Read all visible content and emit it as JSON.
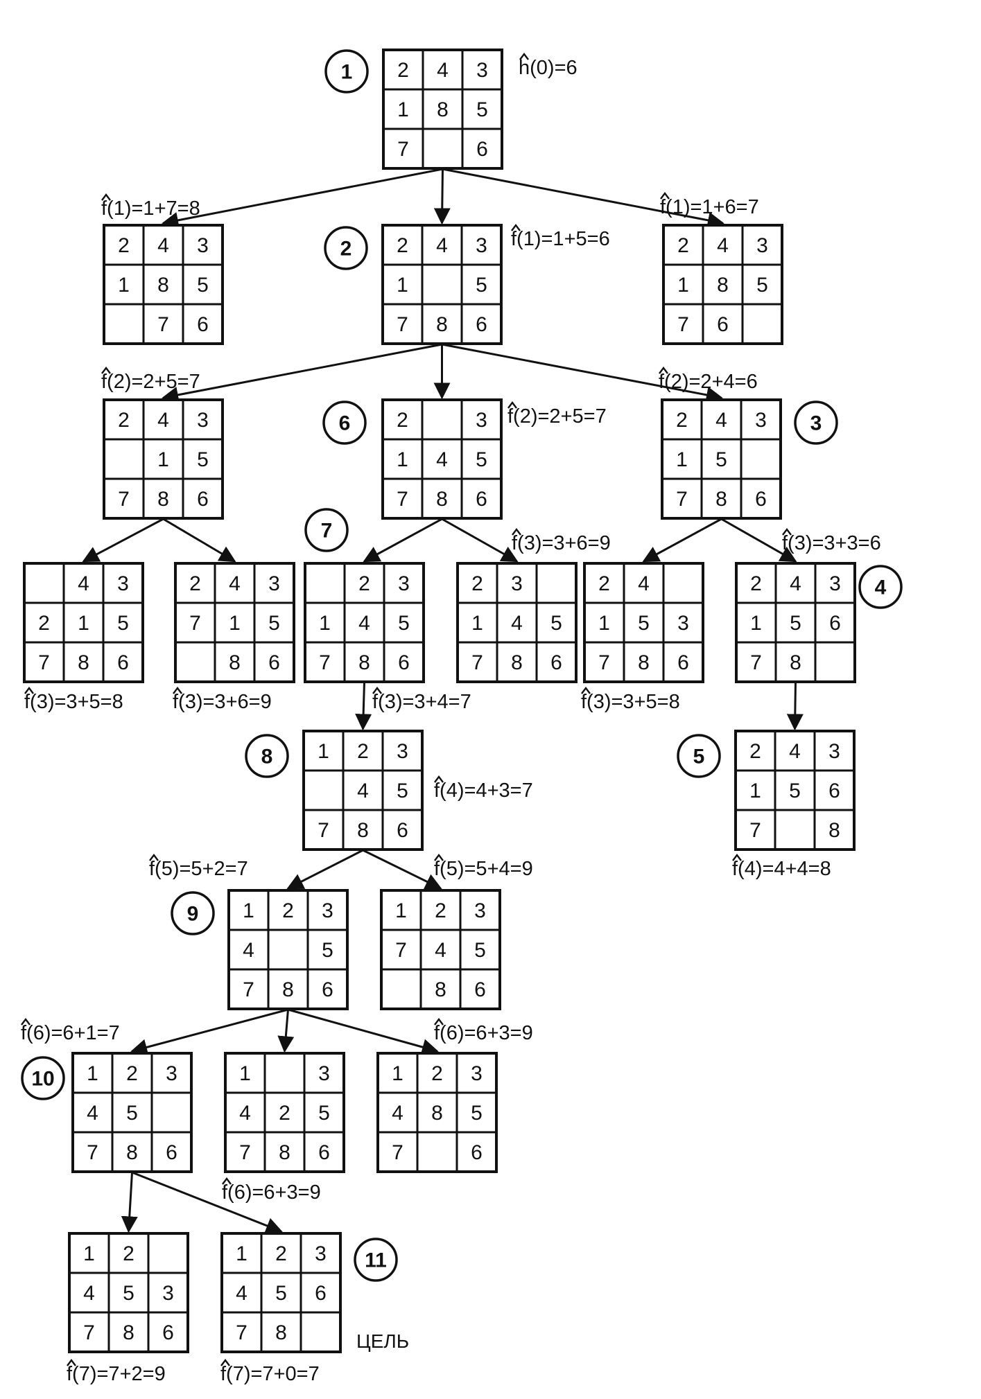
{
  "nodes": [
    {
      "id": "n1",
      "grid": [
        "2",
        "4",
        "3",
        "1",
        "8",
        "5",
        "7",
        "",
        "6"
      ],
      "label": "h(0)=6",
      "hat": "h",
      "order": "1"
    },
    {
      "id": "n2a",
      "grid": [
        "2",
        "4",
        "3",
        "1",
        "8",
        "5",
        "",
        "7",
        "6"
      ],
      "label": "f(1)=1+7=8",
      "hat": "f",
      "order": ""
    },
    {
      "id": "n2",
      "grid": [
        "2",
        "4",
        "3",
        "1",
        "",
        "5",
        "7",
        "8",
        "6"
      ],
      "label": "f(1)=1+5=6",
      "hat": "f",
      "order": "2"
    },
    {
      "id": "n2c",
      "grid": [
        "2",
        "4",
        "3",
        "1",
        "8",
        "5",
        "7",
        "6",
        ""
      ],
      "label": "f(1)=1+6=7",
      "hat": "f",
      "order": ""
    },
    {
      "id": "n3a",
      "grid": [
        "2",
        "4",
        "3",
        "",
        "1",
        "5",
        "7",
        "8",
        "6"
      ],
      "label": "f(2)=2+5=7",
      "hat": "f",
      "order": ""
    },
    {
      "id": "n6",
      "grid": [
        "2",
        "",
        "3",
        "1",
        "4",
        "5",
        "7",
        "8",
        "6"
      ],
      "label": "f(2)=2+5=7",
      "hat": "f",
      "order": "6"
    },
    {
      "id": "n3",
      "grid": [
        "2",
        "4",
        "3",
        "1",
        "5",
        "",
        "7",
        "8",
        "6"
      ],
      "label": "f(2)=2+4=6",
      "hat": "f",
      "order": "3"
    },
    {
      "id": "n4a",
      "grid": [
        "",
        "4",
        "3",
        "2",
        "1",
        "5",
        "7",
        "8",
        "6"
      ],
      "label": "f(3)=3+5=8",
      "hat": "f",
      "order": ""
    },
    {
      "id": "n4b",
      "grid": [
        "2",
        "4",
        "3",
        "7",
        "1",
        "5",
        "",
        "8",
        "6"
      ],
      "label": "f(3)=3+6=9",
      "hat": "f",
      "order": ""
    },
    {
      "id": "n7",
      "grid": [
        "",
        "2",
        "3",
        "1",
        "4",
        "5",
        "7",
        "8",
        "6"
      ],
      "label": "f(3)=3+4=7",
      "hat": "f",
      "order": "7"
    },
    {
      "id": "n4d",
      "grid": [
        "2",
        "3",
        "",
        "1",
        "4",
        "5",
        "7",
        "8",
        "6"
      ],
      "label": "f(3)=3+6=9",
      "hat": "f",
      "order": ""
    },
    {
      "id": "n4e",
      "grid": [
        "2",
        "4",
        "",
        "1",
        "5",
        "3",
        "7",
        "8",
        "6"
      ],
      "label": "f(3)=3+5=8",
      "hat": "f",
      "order": ""
    },
    {
      "id": "n4",
      "grid": [
        "2",
        "4",
        "3",
        "1",
        "5",
        "6",
        "7",
        "8",
        ""
      ],
      "label": "f(3)=3+3=6",
      "hat": "f",
      "order": "4"
    },
    {
      "id": "n8",
      "grid": [
        "1",
        "2",
        "3",
        "",
        "4",
        "5",
        "7",
        "8",
        "6"
      ],
      "label": "f(4)=4+3=7",
      "hat": "f",
      "order": "8"
    },
    {
      "id": "n5",
      "grid": [
        "2",
        "4",
        "3",
        "1",
        "5",
        "6",
        "7",
        "",
        "8"
      ],
      "label": "f(4)=4+4=8",
      "hat": "f",
      "order": "5"
    },
    {
      "id": "n9",
      "grid": [
        "1",
        "2",
        "3",
        "4",
        "",
        "5",
        "7",
        "8",
        "6"
      ],
      "label": "f(5)=5+2=7",
      "hat": "f",
      "order": "9"
    },
    {
      "id": "n9b",
      "grid": [
        "1",
        "2",
        "3",
        "7",
        "4",
        "5",
        "",
        "8",
        "6"
      ],
      "label": "f(5)=5+4=9",
      "hat": "f",
      "order": ""
    },
    {
      "id": "n10",
      "grid": [
        "1",
        "2",
        "3",
        "4",
        "5",
        "",
        "7",
        "8",
        "6"
      ],
      "label": "f(6)=6+1=7",
      "hat": "f",
      "order": "10"
    },
    {
      "id": "n10b",
      "grid": [
        "1",
        "",
        "3",
        "4",
        "2",
        "5",
        "7",
        "8",
        "6"
      ],
      "label": "f(6)=6+3=9",
      "hat": "f",
      "order": ""
    },
    {
      "id": "n10c",
      "grid": [
        "1",
        "2",
        "3",
        "4",
        "8",
        "5",
        "7",
        "",
        "6"
      ],
      "label": "f(6)=6+3=9",
      "hat": "f",
      "order": ""
    },
    {
      "id": "n11a",
      "grid": [
        "1",
        "2",
        "",
        "4",
        "5",
        "3",
        "7",
        "8",
        "6"
      ],
      "label": "f(7)=7+2=9",
      "hat": "f",
      "order": ""
    },
    {
      "id": "n11",
      "grid": [
        "1",
        "2",
        "3",
        "4",
        "5",
        "6",
        "7",
        "8",
        ""
      ],
      "label": "f(7)=7+0=7",
      "hat": "f",
      "order": "11"
    }
  ],
  "edges": [
    [
      "n1",
      "n2a"
    ],
    [
      "n1",
      "n2"
    ],
    [
      "n1",
      "n2c"
    ],
    [
      "n2",
      "n3a"
    ],
    [
      "n2",
      "n6"
    ],
    [
      "n2",
      "n3"
    ],
    [
      "n3a",
      "n4a"
    ],
    [
      "n3a",
      "n4b"
    ],
    [
      "n6",
      "n7"
    ],
    [
      "n6",
      "n4d"
    ],
    [
      "n3",
      "n4e"
    ],
    [
      "n3",
      "n4"
    ],
    [
      "n7",
      "n8"
    ],
    [
      "n4",
      "n5"
    ],
    [
      "n8",
      "n9"
    ],
    [
      "n8",
      "n9b"
    ],
    [
      "n9",
      "n10"
    ],
    [
      "n9",
      "n10b"
    ],
    [
      "n9",
      "n10c"
    ],
    [
      "n10",
      "n11a"
    ],
    [
      "n10",
      "n11"
    ]
  ],
  "goal_label": "ЦЕЛЬ"
}
